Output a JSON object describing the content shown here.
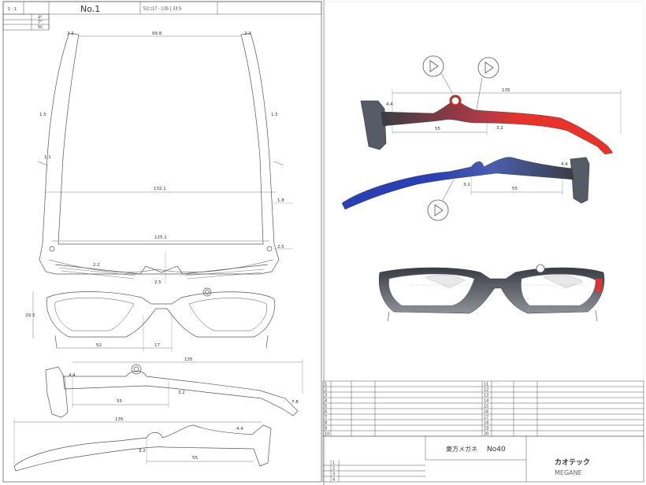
{
  "left_sheet": {
    "scale": "1 : 1",
    "small_table": [
      "4°",
      "7°",
      "5C"
    ],
    "drawing_no": "No.1",
    "spec": "52□17 - 135 [ 33.5",
    "dims": {
      "top_width": "99.8",
      "top_left_corner": "2.2",
      "top_right_corner": "2.2",
      "temple_inner": "132.1",
      "right_side": "1.8",
      "hinge_width": "125.1",
      "hinge_right": "2.5",
      "left_mark_a": "1.5",
      "left_mark_b": "1.1",
      "right_mark": "1.5",
      "lens_height": "29.3",
      "lens_width": "52",
      "bridge": "17",
      "bridge_rise": "2.5",
      "bridge_small": "2.2",
      "temple_length_1": "135",
      "temple_bend_1": "55",
      "temple_tip_1": "4.4",
      "temple_drop_1": "3.2",
      "temple_end_1": "7.8",
      "temple_length_2": "135",
      "temple_bend_2": "55",
      "temple_tip_2": "3.2",
      "temple_end_2": "4.4"
    }
  },
  "right_sheet": {
    "dims": {
      "red_length": "135",
      "red_bend": "55",
      "red_tip": "4.4",
      "red_drop": "3.2",
      "blue_bend": "55",
      "blue_drop": "3.2",
      "blue_tip": "4.4"
    },
    "colors": {
      "red_temple": "#e8322c",
      "blue_temple": "#2a3fb3",
      "frame_dark": "#3a3c45",
      "frame_light": "#9a9ca3"
    },
    "table_left_numbers": [
      "1",
      "2",
      "3",
      "4",
      "5",
      "6",
      "7",
      "8",
      "9",
      "10"
    ],
    "table_right_numbers": [
      "11",
      "12",
      "13",
      "14",
      "15",
      "16",
      "17",
      "18",
      "19",
      "20"
    ],
    "title_block": {
      "client": "東方メガネ",
      "number": "No40",
      "maker": "カオテック",
      "product": "MEGANE",
      "rows": [
        "1",
        "2",
        "3",
        "4"
      ]
    }
  }
}
